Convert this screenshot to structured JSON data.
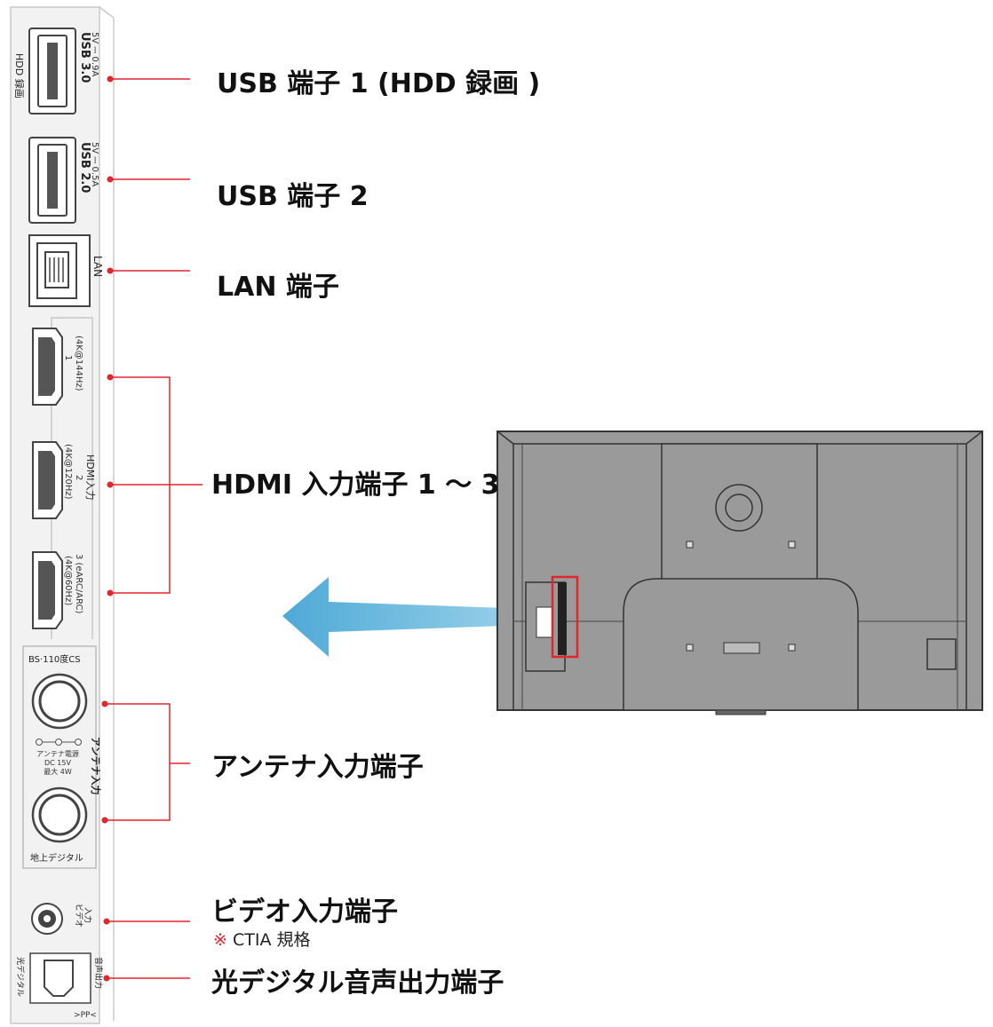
{
  "colors": {
    "accent_red": "#e1262d",
    "arrow_blue": "#5ab4dc",
    "tv_gray": "#999999"
  },
  "callouts": {
    "usb1": "USB 端子 1 (HDD 録画 )",
    "usb2": "USB 端子 2",
    "lan": "LAN 端子",
    "hdmi": "HDMI 入力端子 1 ～ 3",
    "antenna": "アンテナ入力端子",
    "video": "ビデオ入力端子",
    "video_note_mark": "※",
    "video_note": "CTIA  規格",
    "optical": "光デジタル音声出力端子"
  },
  "panel": {
    "hdd_label": "HDD 録画",
    "usb3_label": "USB 3.0",
    "usb3_power": "5V ⎓ 0.9A",
    "usb2_label": "USB 2.0",
    "usb2_power": "5V ⎓ 0.5A",
    "lan_label": "LAN",
    "hdmi1_num": "1",
    "hdmi1_spec": "(4K@144Hz)",
    "hdmi_label": "HDMI入力",
    "hdmi2_num": "2",
    "hdmi2_spec": "(4K@120Hz)",
    "hdmi3_num": "3 (eARC/ARC)",
    "hdmi3_spec": "(4K@60Hz)",
    "bs_label": "BS·110度CS",
    "antenna_label": "アンテナ入力",
    "antenna_power1": "アンテナ電源",
    "antenna_power2": "DC 15V",
    "antenna_power3": "最大 4W",
    "terrestrial_label": "地上デジタル",
    "video_label_1": "ビデオ",
    "video_label_2": "入力",
    "audio_out_label": "音声出力",
    "optical_label": "光デジタル",
    "material_mark": ">PP<"
  }
}
